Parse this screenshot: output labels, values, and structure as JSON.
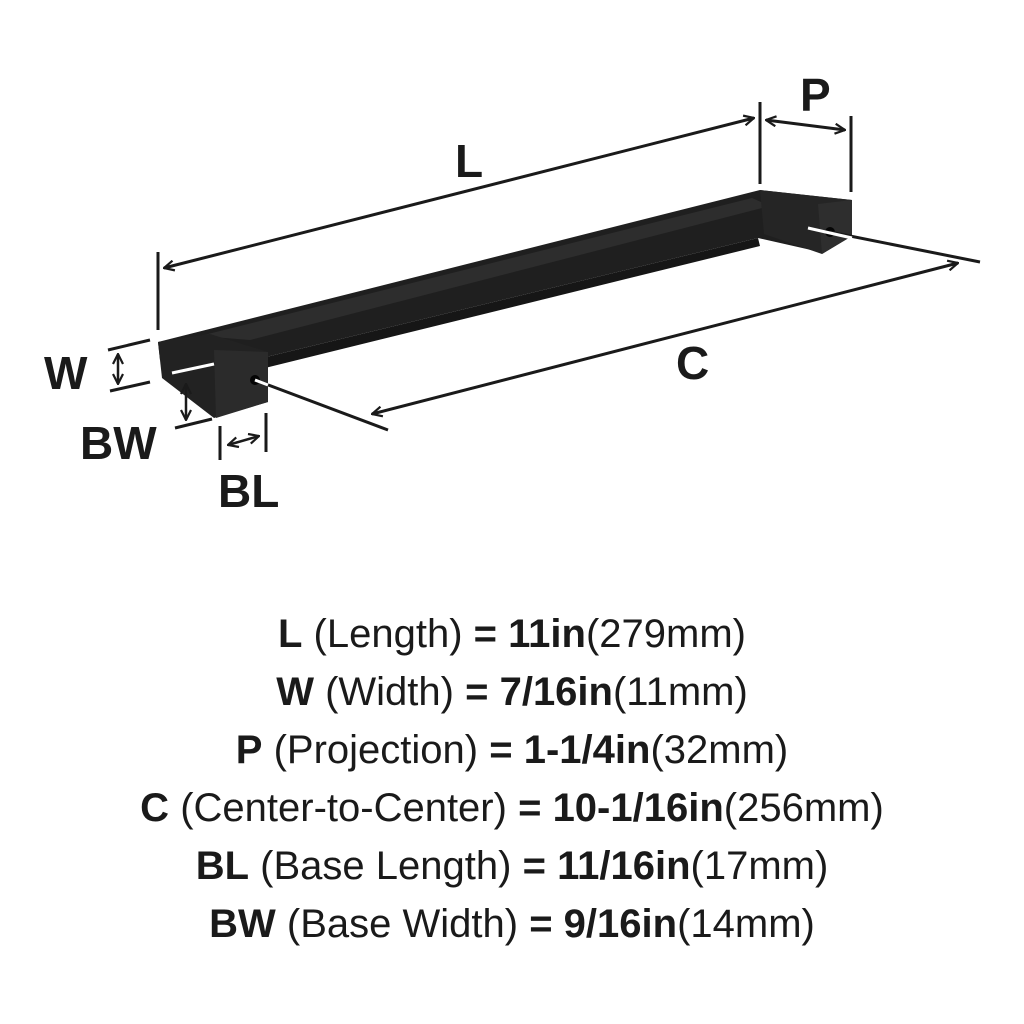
{
  "diagram": {
    "title": "Cabinet pull dimension diagram",
    "labels": {
      "L": "L",
      "P": "P",
      "C": "C",
      "W": "W",
      "BW": "BW",
      "BL": "BL"
    },
    "colors": {
      "product": "#1f1f1f",
      "product_face": "#2b2b2b",
      "lines": "#1a1a1a",
      "background": "#ffffff"
    }
  },
  "specs": [
    {
      "code": "L",
      "name": "(Length)",
      "eq": "=",
      "imperial": "11in",
      "metric": "(279mm)"
    },
    {
      "code": "W",
      "name": "(Width)",
      "eq": "=",
      "imperial": "7/16in",
      "metric": "(11mm)"
    },
    {
      "code": "P",
      "name": "(Projection)",
      "eq": "=",
      "imperial": "1-1/4in",
      "metric": "(32mm)"
    },
    {
      "code": "C",
      "name": "(Center-to-Center)",
      "eq": "=",
      "imperial": "10-1/16in",
      "metric": "(256mm)"
    },
    {
      "code": "BL",
      "name": "(Base Length)",
      "eq": "=",
      "imperial": "11/16in",
      "metric": "(17mm)"
    },
    {
      "code": "BW",
      "name": "(Base Width)",
      "eq": "=",
      "imperial": "9/16in",
      "metric": "(14mm)"
    }
  ]
}
